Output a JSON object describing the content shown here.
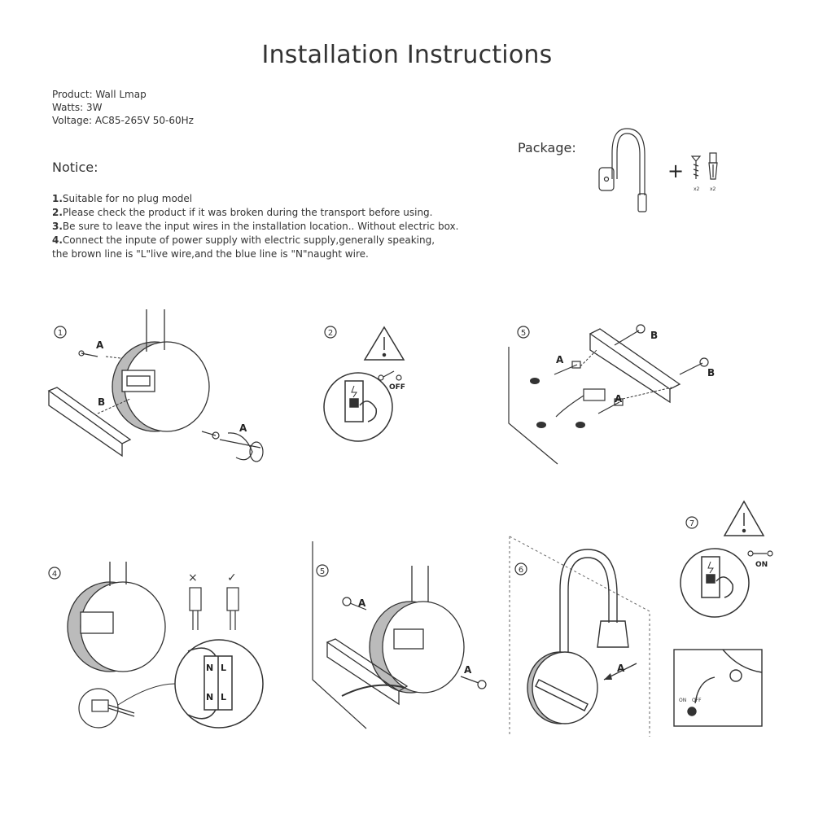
{
  "title": "Installation Instructions",
  "product": {
    "product_line": "Product: Wall Lmap",
    "watts_line": "Watts: 3W",
    "voltage_line": "Voltage: AC85-265V 50-60Hz"
  },
  "notice": {
    "heading": "Notice:",
    "items": [
      {
        "num": "1.",
        "text": "Suitable for no plug model"
      },
      {
        "num": "2.",
        "text": "Please check the product if it was broken during the transport before using."
      },
      {
        "num": "3.",
        "text": "Be sure to leave the input wires in the installation location.. Without electric box."
      },
      {
        "num": "4.",
        "text": "Connect the inpute of power supply with electric supply,generally speaking,",
        "cont": "the brown line is \"L\"live wire,and the blue line is \"N\"naught wire."
      }
    ]
  },
  "package": {
    "label": "Package:",
    "qty_screw": "x2",
    "qty_anchor": "x2",
    "plus": "+"
  },
  "steps": {
    "s1": {
      "num": "1",
      "label_a": "A",
      "label_b": "B",
      "label_a2": "A"
    },
    "s2": {
      "num": "2",
      "switch_label": "OFF"
    },
    "s3": {
      "num": "5",
      "label_a1": "A",
      "label_a2": "A",
      "label_b1": "B",
      "label_b2": "B"
    },
    "s4": {
      "num": "4",
      "wrong": "×",
      "right": "✓",
      "term_n1": "N",
      "term_l1": "L",
      "term_n2": "N",
      "term_l2": "L"
    },
    "s5": {
      "num": "5",
      "label_a1": "A",
      "label_a2": "A"
    },
    "s6": {
      "num": "6",
      "label_a": "A"
    },
    "s7": {
      "num": "7",
      "switch_label": "ON",
      "dial_on": "ON",
      "dial_off": "OFF"
    }
  }
}
